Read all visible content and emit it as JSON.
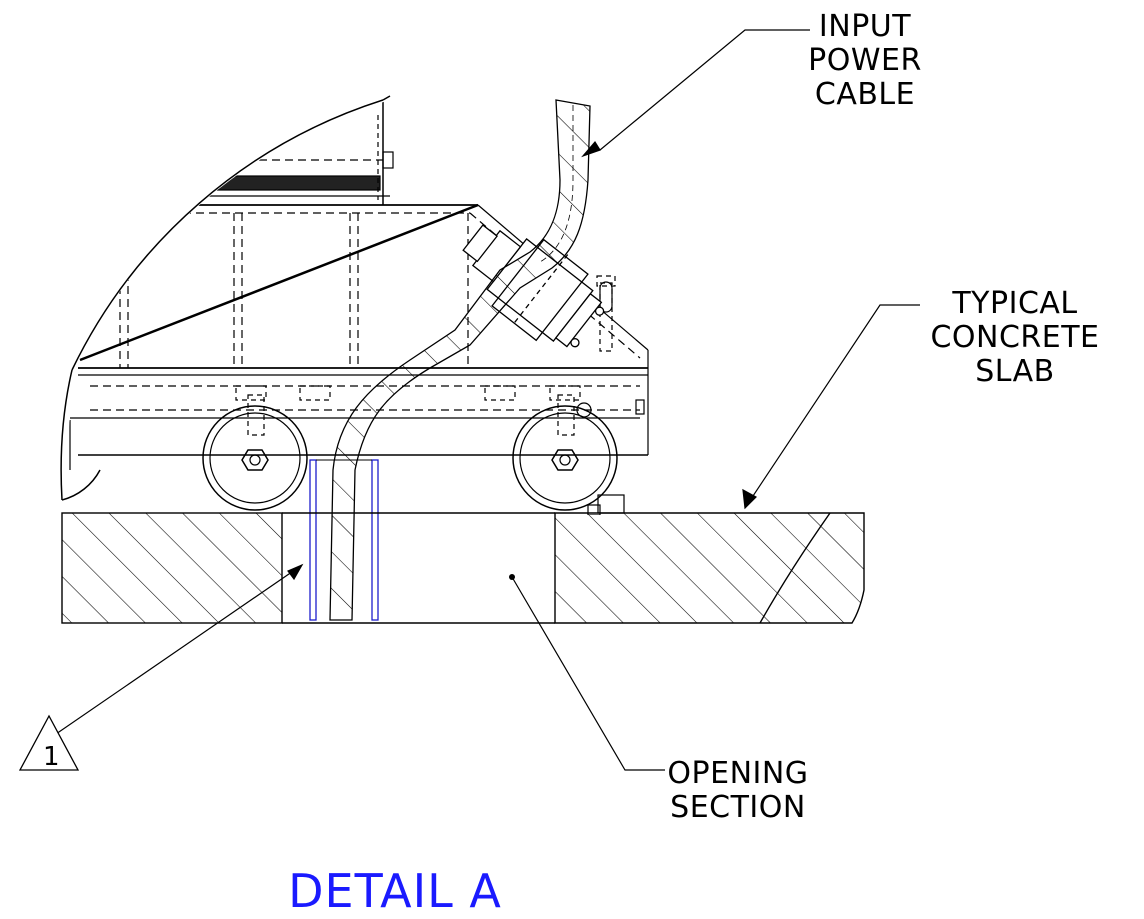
{
  "drawing": {
    "labels": {
      "input_power_cable": [
        "INPUT",
        "POWER",
        "CABLE"
      ],
      "concrete_slab": [
        "TYPICAL",
        "CONCRETE",
        "SLAB"
      ],
      "opening_section": [
        "OPENING",
        "SECTION"
      ],
      "callout_number": "1"
    },
    "title": "DETAIL A",
    "colors": {
      "line": "#000000",
      "sleeve": "#1d1dcc",
      "title": "#1a1aff"
    }
  }
}
